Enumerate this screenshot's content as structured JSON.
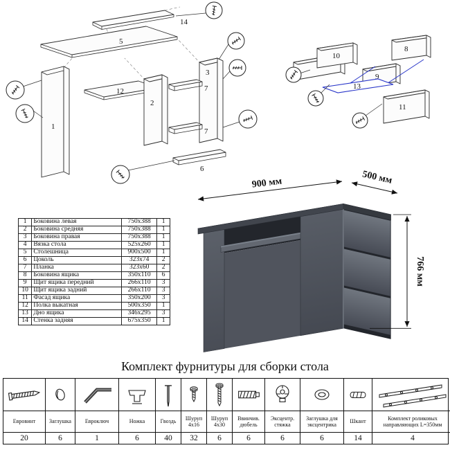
{
  "colors": {
    "accent_blue": "#2633c8",
    "desk_gray": "#565b64",
    "line": "#1a1a1a"
  },
  "diagram_main": {
    "p1": "1",
    "p2": "2",
    "p3": "3",
    "p5": "5",
    "p6": "6",
    "p7a": "7",
    "p7b": "7",
    "p12": "12",
    "p14": "14"
  },
  "diagram_drawer": {
    "p8": "8",
    "p9": "9",
    "p10": "10",
    "p11": "11",
    "p13": "13"
  },
  "desk": {
    "dim_width": "900 мм",
    "dim_depth": "500 мм",
    "dim_height": "766 мм"
  },
  "parts_table": {
    "rows": [
      {
        "num": "1",
        "name": "Боковина левая",
        "size": "750х388",
        "qty": "1"
      },
      {
        "num": "2",
        "name": "Боковина средняя",
        "size": "750х388",
        "qty": "1"
      },
      {
        "num": "3",
        "name": "Боковина правая",
        "size": "750х388",
        "qty": "1"
      },
      {
        "num": "4",
        "name": "Вязка стола",
        "size": "525х260",
        "qty": "1"
      },
      {
        "num": "5",
        "name": "Столешница",
        "size": "900х500",
        "qty": "1"
      },
      {
        "num": "6",
        "name": "Цоколь",
        "size": "323х74",
        "qty": "2"
      },
      {
        "num": "7",
        "name": "Планка",
        "size": "323х60",
        "qty": "2"
      },
      {
        "num": "8",
        "name": "Боковина ящика",
        "size": "350х110",
        "qty": "6"
      },
      {
        "num": "9",
        "name": "Щит ящика передний",
        "size": "266х110",
        "qty": "3"
      },
      {
        "num": "10",
        "name": "Щит ящика задний",
        "size": "266х110",
        "qty": "3"
      },
      {
        "num": "11",
        "name": "Фасад ящика",
        "size": "350х200",
        "qty": "3"
      },
      {
        "num": "12",
        "name": "Полка выкатная",
        "size": "500х350",
        "qty": "1"
      },
      {
        "num": "13",
        "name": "Дно ящика",
        "size": "346х295",
        "qty": "3"
      },
      {
        "num": "14",
        "name": "Стенка задняя",
        "size": "675х350",
        "qty": "1"
      }
    ]
  },
  "hardware_section": {
    "title": "Комплект фурнитуры для сборки стола",
    "items": [
      {
        "name": "Евровинт",
        "qty": "20",
        "icon": "confirmat-screw-icon"
      },
      {
        "name": "Заглушка",
        "qty": "6",
        "icon": "cap-plug-icon"
      },
      {
        "name": "Евроключ",
        "qty": "1",
        "icon": "hex-key-icon"
      },
      {
        "name": "Ножка",
        "qty": "6",
        "icon": "foot-icon"
      },
      {
        "name": "Гвоздь",
        "qty": "40",
        "icon": "nail-icon"
      },
      {
        "name": "Шуруп 4х16",
        "qty": "32",
        "icon": "screw-4x16-icon"
      },
      {
        "name": "Шуруп 4х30",
        "qty": "6",
        "icon": "screw-4x30-icon"
      },
      {
        "name": "Ввинчив. дюбель",
        "qty": "6",
        "icon": "screw-dowel-icon"
      },
      {
        "name": "Эксцентр. стяжка",
        "qty": "6",
        "icon": "cam-lock-icon"
      },
      {
        "name": "Заглушка для эксцентрика",
        "qty": "6",
        "icon": "cam-cap-icon"
      },
      {
        "name": "Шкант",
        "qty": "14",
        "icon": "dowel-icon"
      },
      {
        "name": "Комплект роликовых направляющих L=350мм",
        "qty": "4",
        "icon": "drawer-slides-icon"
      }
    ]
  }
}
